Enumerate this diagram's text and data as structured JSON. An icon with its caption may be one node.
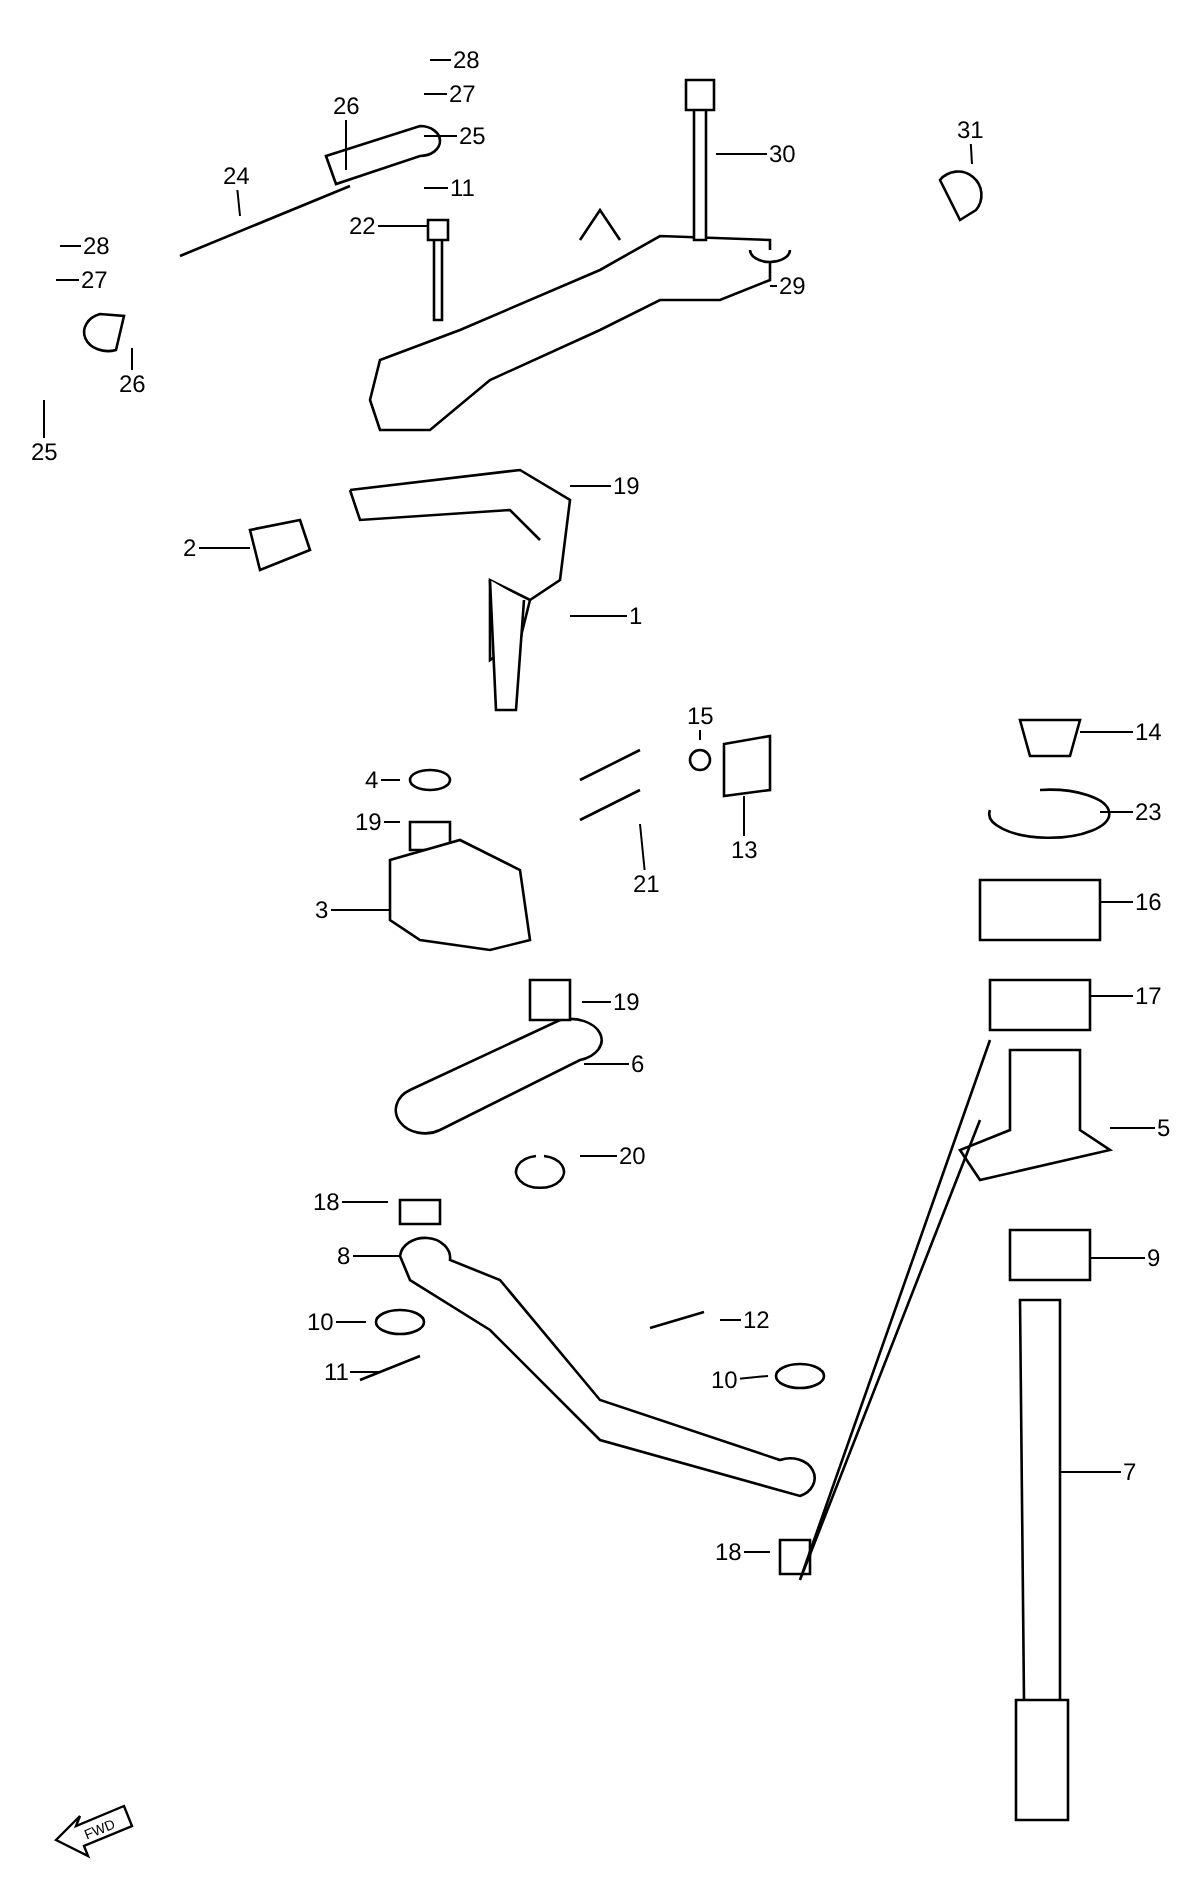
{
  "diagram": {
    "nodes": [
      {
        "text": [
          "28"
        ]
      },
      {
        "text": [
          "27"
        ]
      },
      {
        "text": [
          "26"
        ]
      },
      {
        "text": [
          "31"
        ]
      },
      {
        "text": [
          "25"
        ]
      },
      {
        "text": [
          "30"
        ]
      },
      {
        "text": [
          "24"
        ]
      },
      {
        "text": [
          "11"
        ]
      },
      {
        "text": [
          "22"
        ]
      },
      {
        "text": [
          "28"
        ]
      },
      {
        "text": [
          "27"
        ]
      },
      {
        "text": [
          "29"
        ]
      },
      {
        "text": [
          "26"
        ]
      },
      {
        "text": [
          "25"
        ]
      },
      {
        "text": [
          "19"
        ]
      },
      {
        "text": [
          "2"
        ]
      },
      {
        "text": [
          "1"
        ]
      },
      {
        "text": [
          "15"
        ]
      },
      {
        "text": [
          "14"
        ]
      },
      {
        "text": [
          "4"
        ]
      },
      {
        "text": [
          "23"
        ]
      },
      {
        "text": [
          "19"
        ]
      },
      {
        "text": [
          "13"
        ]
      },
      {
        "text": [
          "21"
        ]
      },
      {
        "text": [
          "16"
        ]
      },
      {
        "text": [
          "3"
        ]
      },
      {
        "text": [
          "17"
        ]
      },
      {
        "text": [
          "19"
        ]
      },
      {
        "text": [
          "6"
        ]
      },
      {
        "text": [
          "5"
        ]
      },
      {
        "text": [
          "20"
        ]
      },
      {
        "text": [
          "18"
        ]
      },
      {
        "text": [
          "8"
        ]
      },
      {
        "text": [
          "9"
        ]
      },
      {
        "text": [
          "10"
        ]
      },
      {
        "text": [
          "12"
        ]
      },
      {
        "text": [
          "10"
        ]
      },
      {
        "text": [
          "11"
        ]
      },
      {
        "text": [
          "7"
        ]
      },
      {
        "text": [
          "18"
        ]
      }
    ],
    "edges": [
      {
        "from": 0,
        "to": null,
        "arrow": "none"
      },
      {
        "from": 1,
        "to": null,
        "arrow": "none"
      },
      {
        "from": 2,
        "to": null,
        "arrow": "none"
      },
      {
        "from": 3,
        "to": null,
        "arrow": "none"
      },
      {
        "from": 4,
        "to": null,
        "arrow": "none"
      },
      {
        "from": 5,
        "to": null,
        "arrow": "none"
      },
      {
        "from": 6,
        "to": null,
        "arrow": "none"
      },
      {
        "from": 7,
        "to": null,
        "arrow": "none"
      },
      {
        "from": 8,
        "to": null,
        "arrow": "none"
      },
      {
        "from": 9,
        "to": null,
        "arrow": "none"
      },
      {
        "from": 10,
        "to": null,
        "arrow": "none"
      },
      {
        "from": 11,
        "to": null,
        "arrow": "none"
      },
      {
        "from": 12,
        "to": null,
        "arrow": "none"
      },
      {
        "from": 13,
        "to": null,
        "arrow": "none"
      },
      {
        "from": 14,
        "to": null,
        "arrow": "none"
      },
      {
        "from": 15,
        "to": null,
        "arrow": "none"
      },
      {
        "from": 16,
        "to": null,
        "arrow": "none"
      },
      {
        "from": 17,
        "to": null,
        "arrow": "none"
      },
      {
        "from": 18,
        "to": null,
        "arrow": "none"
      },
      {
        "from": 19,
        "to": null,
        "arrow": "none"
      },
      {
        "from": 20,
        "to": null,
        "arrow": "none"
      },
      {
        "from": 21,
        "to": null,
        "arrow": "none"
      },
      {
        "from": 22,
        "to": null,
        "arrow": "none"
      },
      {
        "from": 23,
        "to": null,
        "arrow": "none"
      },
      {
        "from": 24,
        "to": null,
        "arrow": "none"
      },
      {
        "from": 25,
        "to": null,
        "arrow": "none"
      },
      {
        "from": 26,
        "to": null,
        "arrow": "none"
      },
      {
        "from": 27,
        "to": null,
        "arrow": "none"
      },
      {
        "from": 28,
        "to": null,
        "arrow": "none"
      },
      {
        "from": 29,
        "to": null,
        "arrow": "none"
      },
      {
        "from": 30,
        "to": null,
        "arrow": "none"
      },
      {
        "from": 31,
        "to": null,
        "arrow": "none"
      },
      {
        "from": 32,
        "to": null,
        "arrow": "none"
      },
      {
        "from": 33,
        "to": null,
        "arrow": "none"
      },
      {
        "from": 34,
        "to": null,
        "arrow": "none"
      },
      {
        "from": 35,
        "to": null,
        "arrow": "none"
      },
      {
        "from": 36,
        "to": null,
        "arrow": "none"
      },
      {
        "from": 37,
        "to": null,
        "arrow": "none"
      },
      {
        "from": 38,
        "to": null,
        "arrow": "none"
      },
      {
        "from": 39,
        "to": null,
        "arrow": "none"
      }
    ],
    "labels": [
      "FWD"
    ]
  }
}
